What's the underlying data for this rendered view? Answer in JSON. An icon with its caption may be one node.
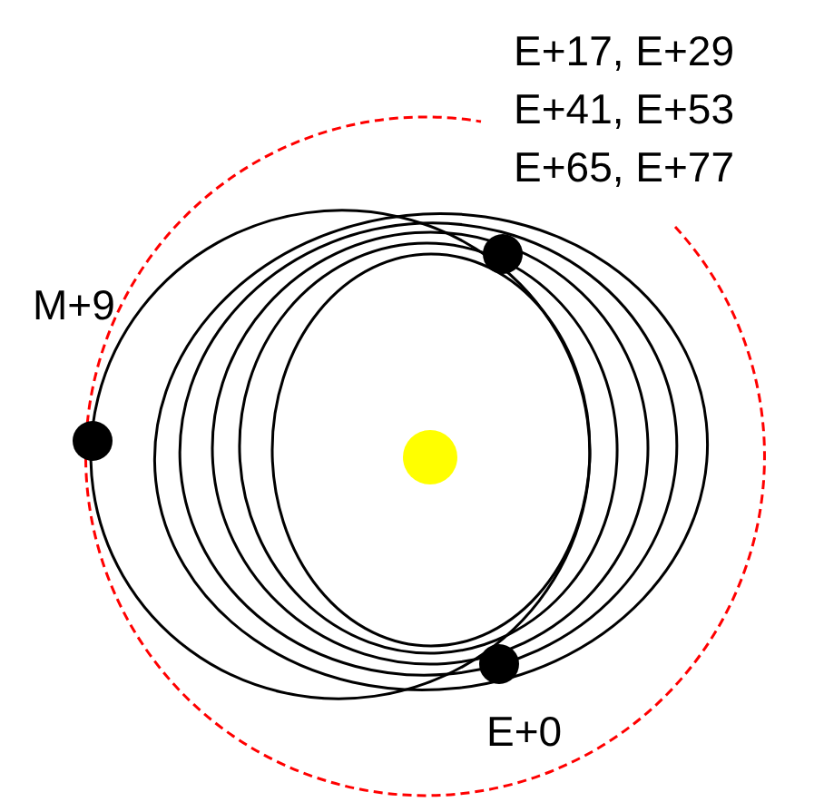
{
  "diagram": {
    "nodes": [
      {
        "text": [],
        "shape": "circle",
        "beside": [
          "E+17, E+29",
          "E+41, E+53",
          "E+65, E+77"
        ]
      },
      {
        "text": [],
        "shape": "circle",
        "beside": [
          "M+9"
        ]
      },
      {
        "text": [],
        "shape": "circle",
        "beside": [
          "E+0"
        ]
      }
    ]
  }
}
